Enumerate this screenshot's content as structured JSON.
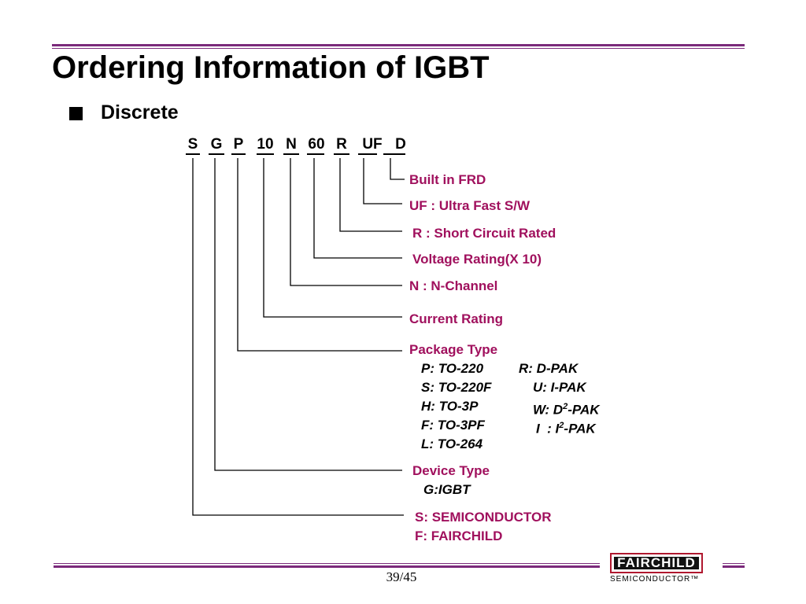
{
  "title": "Ordering Information of IGBT",
  "subtitle": "Discrete",
  "part_code": [
    "S",
    "G",
    "P",
    "10",
    "N",
    "60",
    "R",
    "UF",
    "D"
  ],
  "labels": {
    "builtin_frd": "Built in FRD",
    "ultra_fast": "UF : Ultra Fast S/W",
    "short_circuit": "R : Short Circuit Rated",
    "voltage_rating": "Voltage Rating(X 10)",
    "n_channel": "N : N-Channel",
    "current_rating": "Current Rating",
    "package_type": "Package Type",
    "device_type": "Device Type",
    "semiconductor": "S: SEMICONDUCTOR",
    "fairchild": "F: FAIRCHILD"
  },
  "package_options": {
    "to220": "P: TO-220",
    "dpak": "R: D-PAK",
    "to220f": "S: TO-220F",
    "ipak": "U: I-PAK",
    "to3p": "H: TO-3P",
    "d2pak_prefix": "W: D",
    "d2pak_sup": "2",
    "d2pak_suffix": "-PAK",
    "to3pf": "F: TO-3PF",
    "i2pak_prefix": "I  : I",
    "i2pak_sup": "2",
    "i2pak_suffix": "-PAK",
    "to264": "L: TO-264"
  },
  "device_option": "G:IGBT",
  "page_number": "39/45",
  "logo": {
    "name": "FAIRCHILD",
    "tagline": "SEMICONDUCTOR™"
  },
  "colors": {
    "accent": "#7b2a7b",
    "label": "#a0105d",
    "logo_red": "#b0182f"
  }
}
